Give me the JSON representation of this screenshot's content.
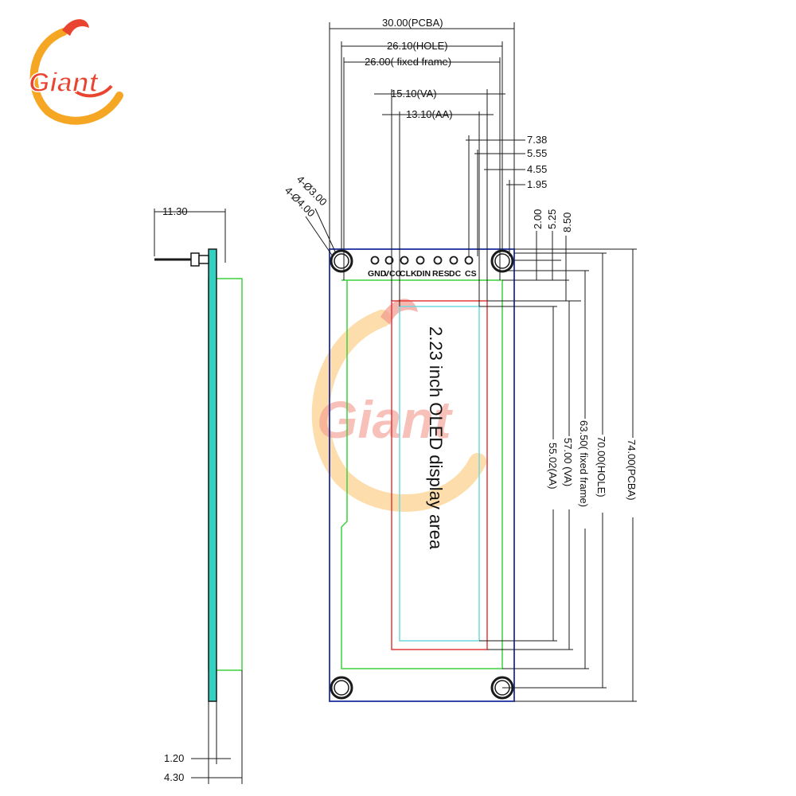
{
  "colors": {
    "pcba": "#1f2f9e",
    "fixed_frame": "#3cd13c",
    "va": "#e23a3a",
    "aa": "#6fd8e0",
    "board_side": "#33d1c2",
    "logo_primary": "#e8442f",
    "logo_accent": "#f5a623"
  },
  "logo": {
    "text": "Giant",
    "icon": "fish-swoosh-icon"
  },
  "watermark": {
    "text": "Giant",
    "icon": "fish-swoosh-icon"
  },
  "side_view": {
    "width_top": "11.30",
    "thickness_panel": "1.20",
    "thickness_total": "4.30"
  },
  "front_view": {
    "top_dims": {
      "pcba": "30.00(PCBA)",
      "hole": "26.10(HOLE)",
      "fixed_frame": "26.00( fixed frame)",
      "va": "15.10(VA)",
      "aa": "13.10(AA)"
    },
    "right_dims_top": {
      "d1": "7.38",
      "d2": "5.55",
      "d3": "4.55",
      "d4": "1.95"
    },
    "vertical_small": {
      "v1": "2.00",
      "v2": "5.25",
      "v3": "8.50"
    },
    "hole_labels": {
      "small": "4-Ø3.00",
      "large": "4-Ø4.00"
    },
    "pins": [
      "GND",
      "VCC",
      "CLK",
      "DIN",
      "RES",
      "DC",
      "CS"
    ],
    "display_label": "2.23 inch OLED display area",
    "right_dims": {
      "aa": "55.02(AA)",
      "va": "57.00 (VA)",
      "fixed_frame": "63.50( fixed frame)",
      "hole": "70.00(HOLE)",
      "pcba": "74.00(PCBA)"
    }
  }
}
